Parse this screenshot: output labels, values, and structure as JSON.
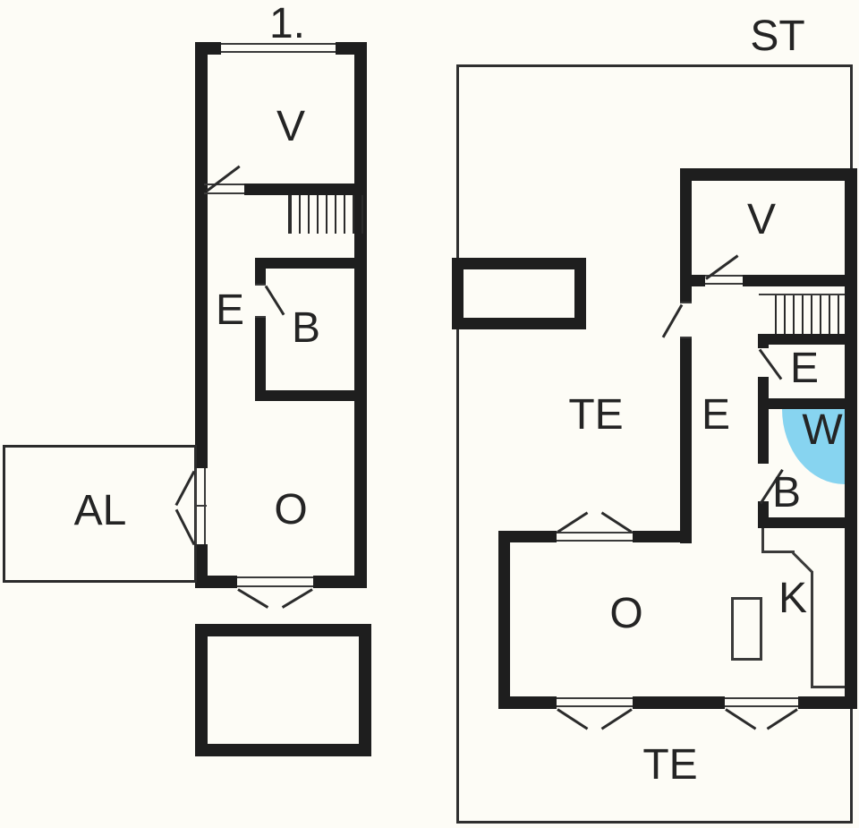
{
  "colors": {
    "background": "#fdfcf6",
    "wall": "#1e1e1e",
    "shower": "#87d4f0"
  },
  "plans": {
    "first_floor": {
      "title": "1.",
      "rooms": {
        "v": "V",
        "e": "E",
        "b": "B",
        "o": "O",
        "al": "AL"
      }
    },
    "ground_floor": {
      "title": "ST",
      "rooms": {
        "v": "V",
        "te_west": "TE",
        "e_hall": "E",
        "e_small": "E",
        "w": "W",
        "b": "B",
        "k": "K",
        "o": "O",
        "te_south": "TE"
      }
    }
  }
}
